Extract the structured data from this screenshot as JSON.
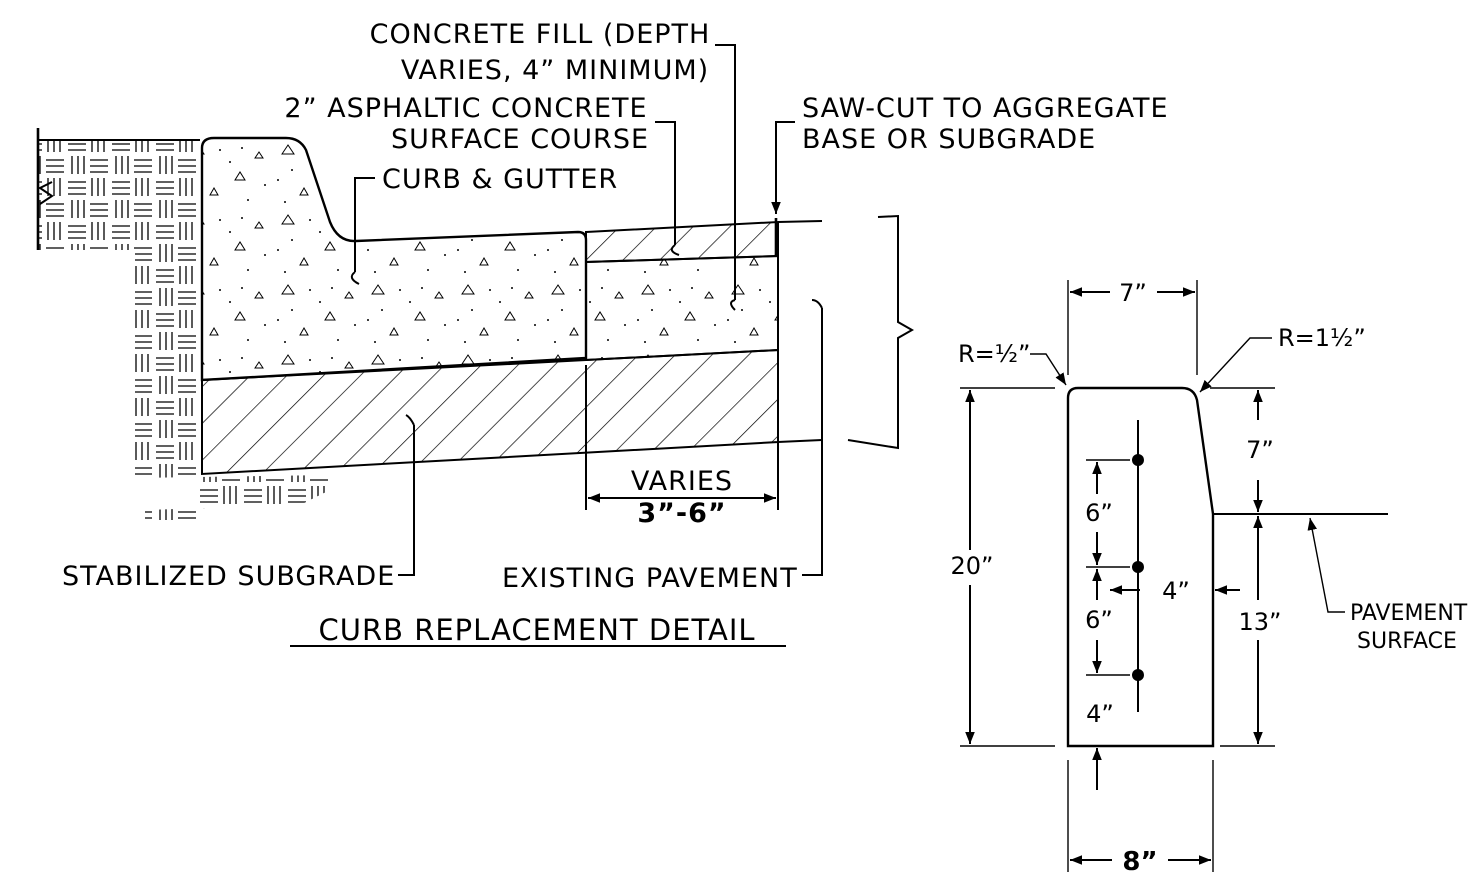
{
  "detail": {
    "title": "CURB REPLACEMENT DETAIL",
    "callouts": {
      "concrete_fill_1": "CONCRETE FILL (DEPTH",
      "concrete_fill_2": "VARIES, 4” MINIMUM)",
      "asphalt_1": "2” ASPHALTIC CONCRETE",
      "asphalt_2": "SURFACE COURSE",
      "curb_gutter": "CURB & GUTTER",
      "sawcut_1": "SAW-CUT TO AGGREGATE",
      "sawcut_2": "BASE OR SUBGRADE",
      "stabilized_subgrade": "STABILIZED SUBGRADE",
      "existing_pavement": "EXISTING PAVEMENT",
      "varies_1": "VARIES",
      "varies_2": "3”-6”"
    }
  },
  "section": {
    "top_width": "7”",
    "radius_left": "R=½”",
    "radius_right": "R=1½”",
    "height_total": "20”",
    "upper_height": "7”",
    "lower_height": "13”",
    "spacing_1": "6”",
    "spacing_2": "6”",
    "bottom_cover": "4”",
    "side_cover": "4”",
    "bottom_width": "8”",
    "pavement_surface_1": "PAVEMENT",
    "pavement_surface_2": "SURFACE"
  }
}
